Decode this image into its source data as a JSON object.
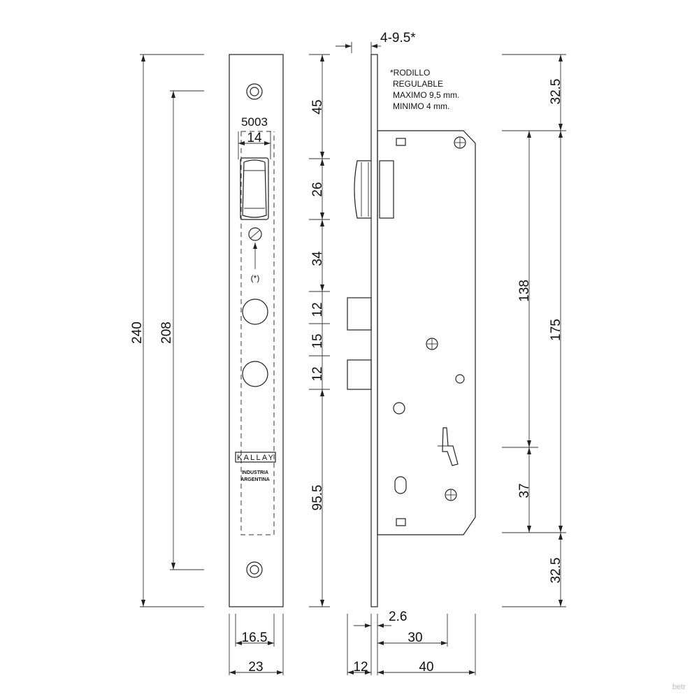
{
  "diagram": {
    "note_lines": [
      "*RODILLO",
      "REGULABLE",
      "MAXIMO 9,5 mm.",
      "MINIMO 4 mm."
    ],
    "faceplate": {
      "model": "5003",
      "brand": "KALLAY",
      "origin_lines": [
        "INDUSTRIA",
        "ARGENTINA"
      ],
      "asterisk_label": "(*)"
    },
    "dimensions": {
      "overall_height": "240",
      "screw_spacing": "208",
      "roller_width": "14",
      "top_to_roller": "45",
      "roller_height": "26",
      "roller_to_bolt": "34",
      "bolt_1": "12",
      "bolt_gap": "15",
      "bolt_2": "12",
      "bottom_section": "95.5",
      "roller_adjust": "4-9.5*",
      "top_offset": "32.5",
      "case_height": "175",
      "key_to_top": "138",
      "key_to_bottom": "37",
      "bottom_offset": "32.5",
      "inner_width": "16.5",
      "plate_width": "23",
      "plate_thickness": "2.6",
      "backset": "30",
      "case_depth": "40",
      "front_depth": "12"
    },
    "watermark": "betr"
  }
}
